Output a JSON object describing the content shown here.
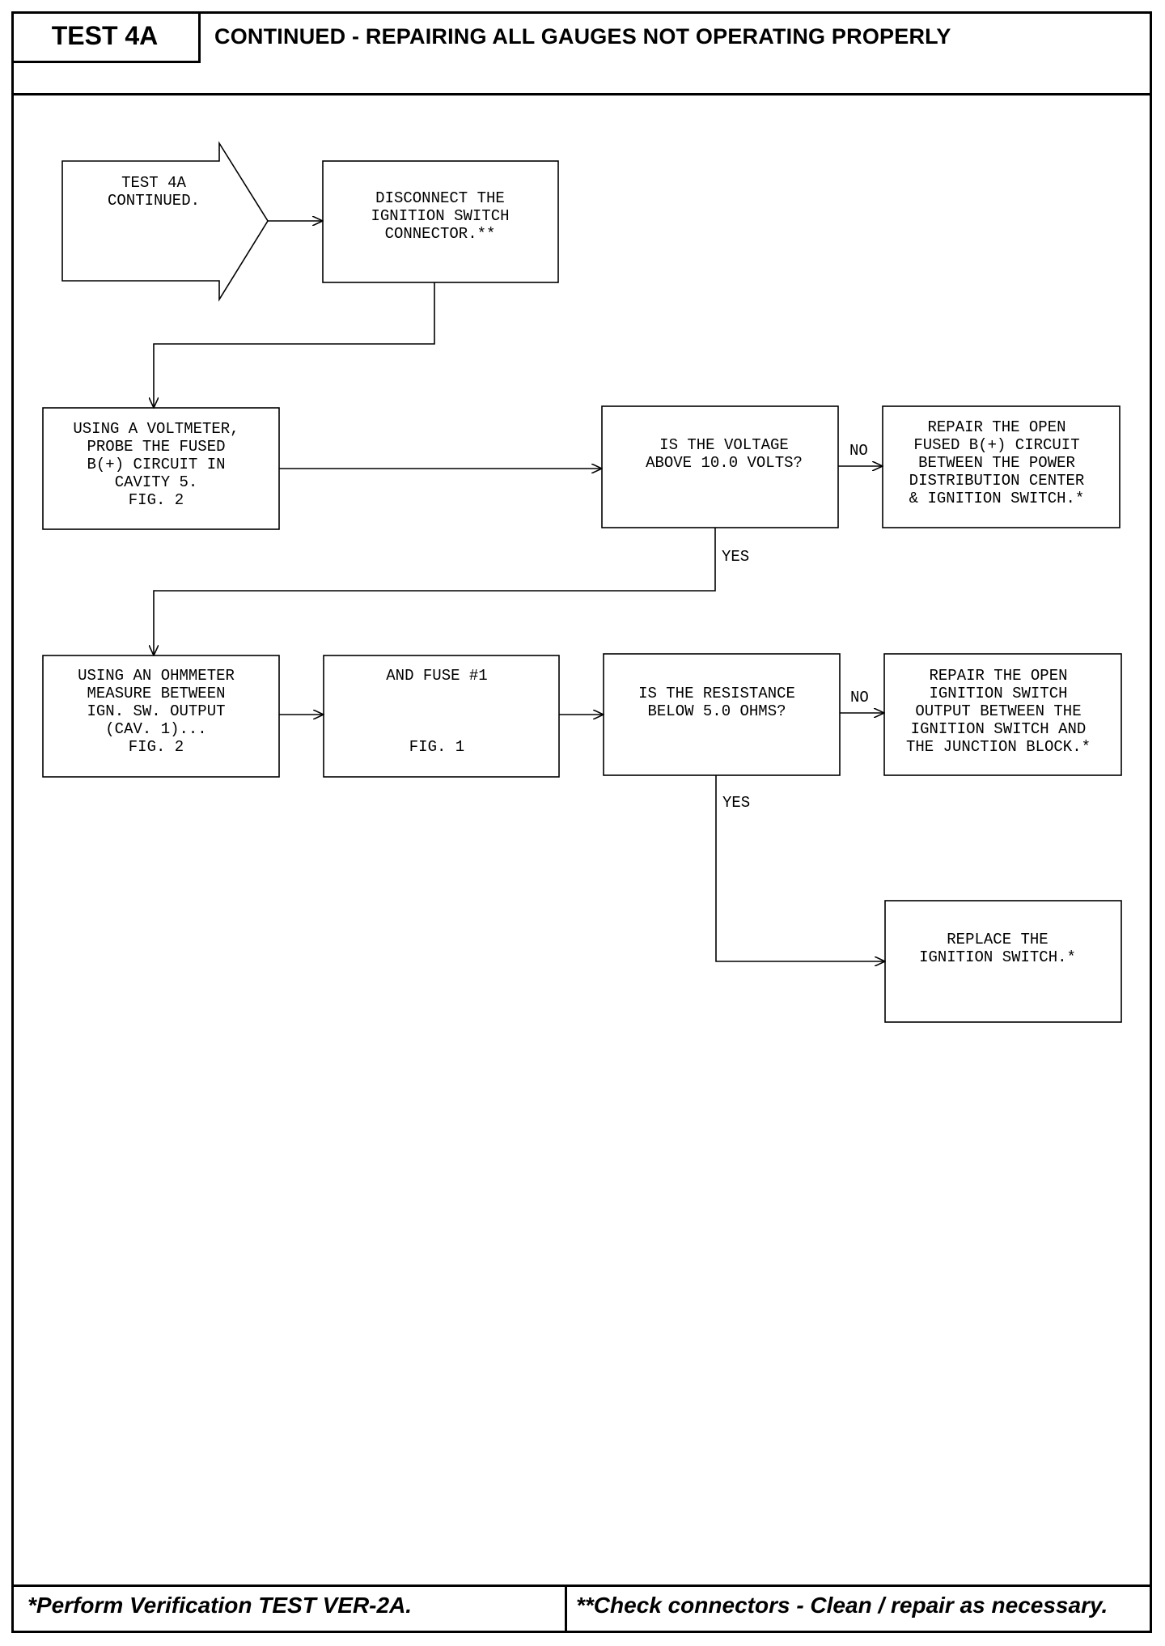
{
  "header": {
    "test_id": "TEST 4A",
    "title": "CONTINUED - REPAIRING ALL GAUGES NOT OPERATING PROPERLY"
  },
  "flow": {
    "start": {
      "lines": [
        "TEST 4A",
        "CONTINUED."
      ]
    },
    "disconnect": {
      "lines": [
        "DISCONNECT THE",
        "IGNITION SWITCH",
        "CONNECTOR.**"
      ]
    },
    "voltmeter": {
      "lines": [
        "USING A VOLTMETER,",
        "PROBE THE FUSED",
        "B(+) CIRCUIT IN",
        "CAVITY 5.",
        "FIG. 2"
      ]
    },
    "voltage_question": {
      "lines": [
        "IS THE VOLTAGE",
        "ABOVE 10.0 VOLTS?"
      ]
    },
    "repair_fused": {
      "lines": [
        "REPAIR THE OPEN",
        "FUSED B(+) CIRCUIT",
        "BETWEEN THE POWER",
        "DISTRIBUTION CENTER",
        "& IGNITION SWITCH.*"
      ]
    },
    "ohmmeter": {
      "lines": [
        "USING AN OHMMETER",
        "MEASURE BETWEEN",
        "IGN. SW. OUTPUT",
        "(CAV. 1)...",
        "FIG. 2"
      ]
    },
    "fuse": {
      "lines": [
        "AND FUSE #1",
        "",
        "",
        "",
        "FIG. 1"
      ]
    },
    "resistance_question": {
      "lines": [
        "IS THE RESISTANCE",
        "BELOW 5.0 OHMS?"
      ]
    },
    "repair_output": {
      "lines": [
        "REPAIR THE OPEN",
        "IGNITION SWITCH",
        "OUTPUT BETWEEN THE",
        "IGNITION SWITCH AND",
        "THE JUNCTION BLOCK.*"
      ]
    },
    "replace": {
      "lines": [
        "REPLACE THE",
        "IGNITION SWITCH.*"
      ]
    }
  },
  "labels": {
    "no_voltage": "NO",
    "yes_voltage": "YES",
    "no_resistance": "NO",
    "yes_resistance": "YES"
  },
  "footer": {
    "left_note": "*Perform Verification TEST VER-2A.",
    "right_note": "**Check connectors - Clean / repair as necessary."
  }
}
